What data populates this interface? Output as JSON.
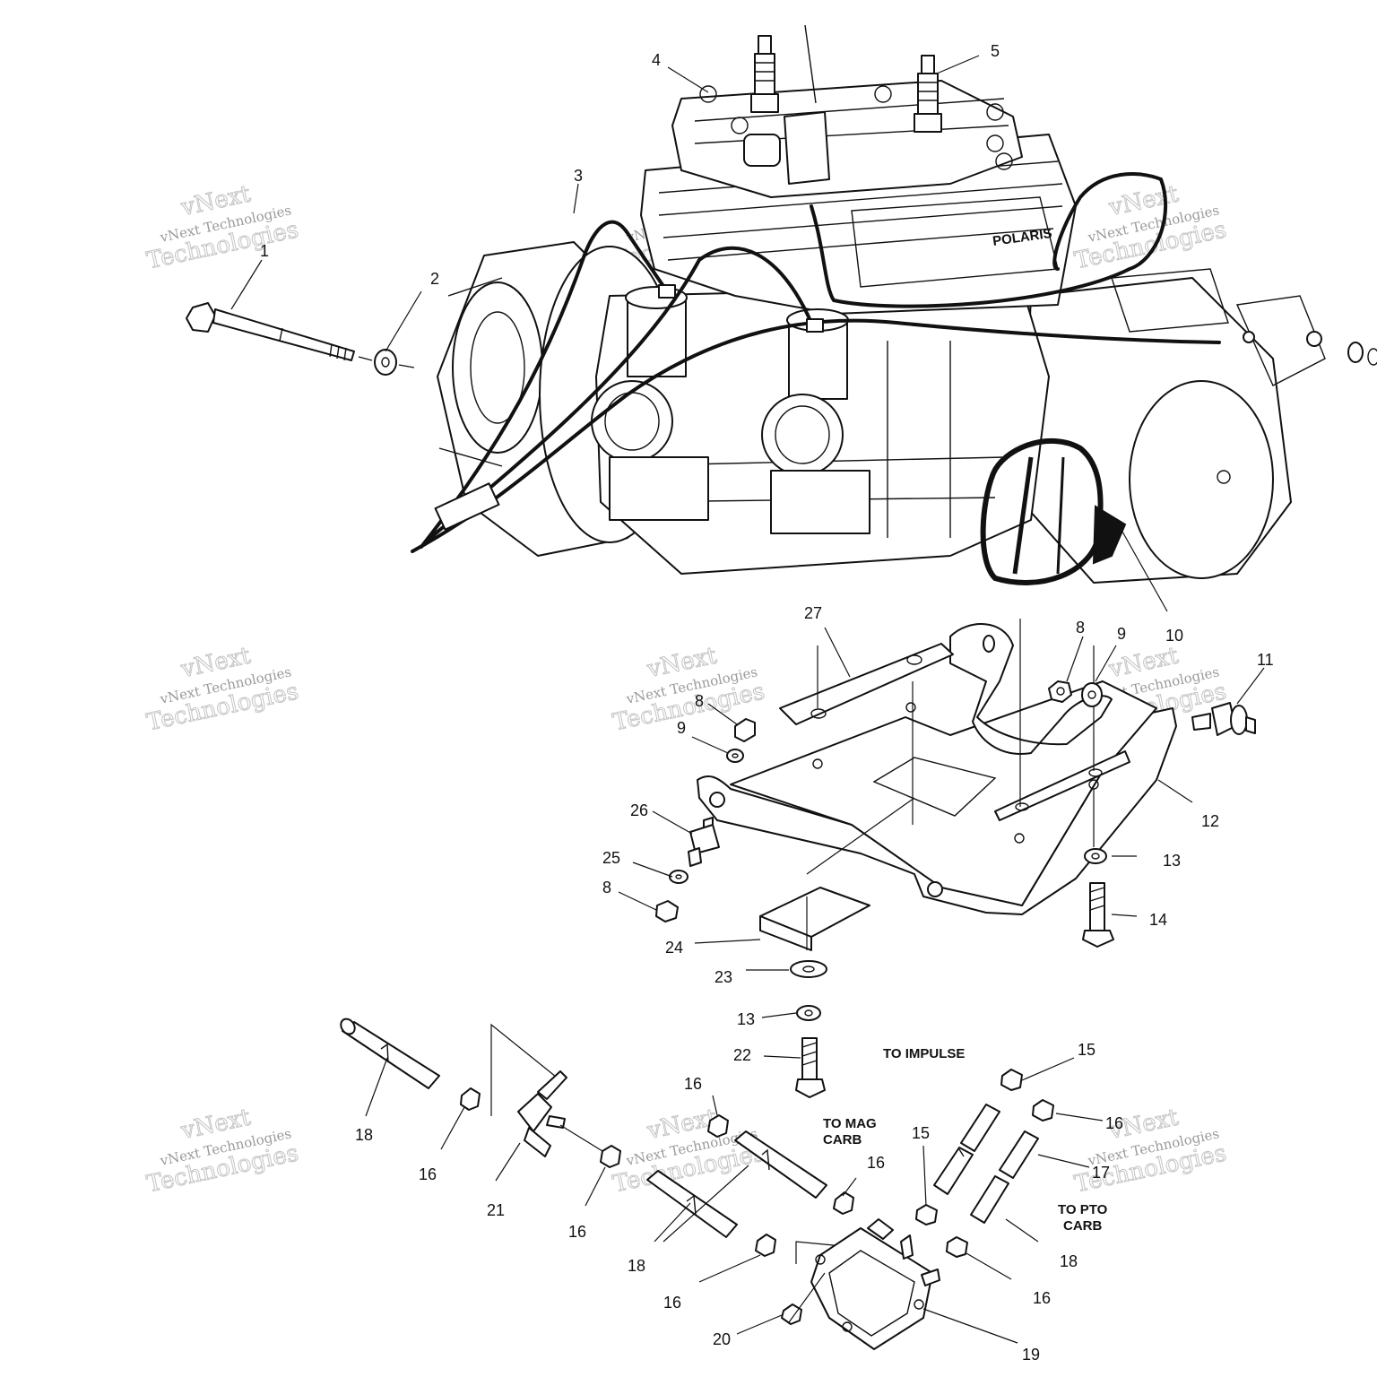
{
  "callouts": [
    {
      "n": "1"
    },
    {
      "n": "2"
    },
    {
      "n": "3"
    },
    {
      "n": "4"
    },
    {
      "n": "5"
    },
    {
      "n": "8"
    },
    {
      "n": "9"
    },
    {
      "n": "10"
    },
    {
      "n": "11"
    },
    {
      "n": "27"
    },
    {
      "n": "8"
    },
    {
      "n": "9"
    },
    {
      "n": "26"
    },
    {
      "n": "25"
    },
    {
      "n": "8"
    },
    {
      "n": "12"
    },
    {
      "n": "13"
    },
    {
      "n": "14"
    },
    {
      "n": "24"
    },
    {
      "n": "23"
    },
    {
      "n": "13"
    },
    {
      "n": "22"
    },
    {
      "n": "15"
    },
    {
      "n": "16"
    },
    {
      "n": "17"
    },
    {
      "n": "18"
    },
    {
      "n": "18"
    },
    {
      "n": "16"
    },
    {
      "n": "21"
    },
    {
      "n": "16"
    },
    {
      "n": "16"
    },
    {
      "n": "18"
    },
    {
      "n": "16"
    },
    {
      "n": "16"
    },
    {
      "n": "15"
    },
    {
      "n": "16"
    },
    {
      "n": "19"
    },
    {
      "n": "20"
    }
  ],
  "notes": {
    "to_impulse": "TO IMPULSE",
    "to_mag_carb_1": "TO MAG",
    "to_mag_carb_2": "CARB",
    "to_pto_carb_1": "TO PTO",
    "to_pto_carb_2": "CARB"
  },
  "watermark": {
    "line1": "vNext Technologies",
    "line2": "Technologies",
    "line3": "vNext"
  },
  "engine_brand": "POLARIS"
}
